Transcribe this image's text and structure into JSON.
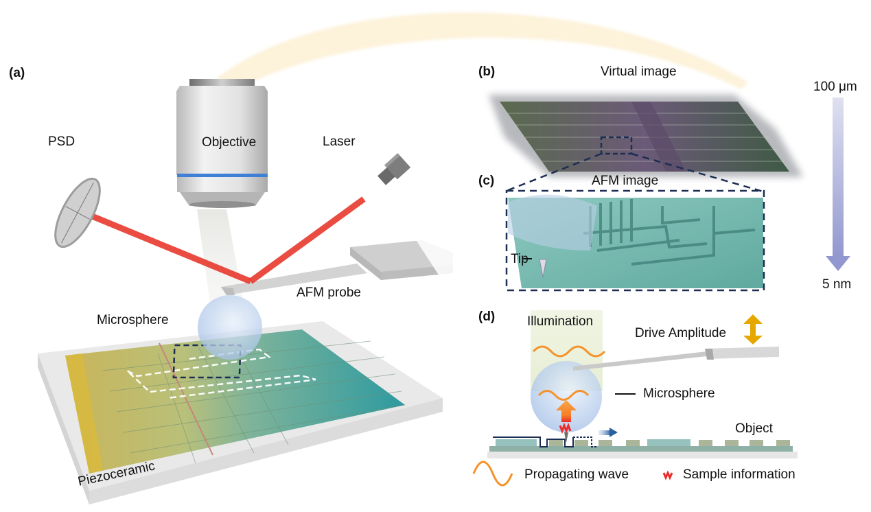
{
  "figure": {
    "panels": {
      "a": "(a)",
      "b": "(b)",
      "c": "(c)",
      "d": "(d)"
    },
    "panel_a": {
      "psd_label": "PSD",
      "objective_label": "Objective",
      "laser_label": "Laser",
      "afm_probe_label": "AFM probe",
      "microsphere_label": "Microsphere",
      "piezoceramic_label": "Piezoceramic"
    },
    "panel_b": {
      "title": "Virtual image"
    },
    "panel_c": {
      "title": "AFM image",
      "tip_label": "Tip"
    },
    "scale_arrow": {
      "top_label": "100 μm",
      "bottom_label": "5 nm"
    },
    "panel_d": {
      "illumination_label": "Illumination",
      "drive_amplitude_label": "Drive Amplitude",
      "microsphere_label": "Microsphere",
      "object_label": "Object",
      "legend": [
        {
          "icon": "propagating-wave-icon",
          "label": "Propagating wave"
        },
        {
          "icon": "sample-information-icon",
          "label": "Sample information"
        }
      ]
    },
    "colors": {
      "laser": "#e8392d",
      "wave": "#f5922a",
      "sample_info": "#ee2a2a",
      "dashed_box": "#1c2e52",
      "drive_arrow": "#e5a800",
      "scale_arrow": "#9aa1d2",
      "arc": "#fdf1d6",
      "objective_ring": "#3f7fd6"
    }
  }
}
